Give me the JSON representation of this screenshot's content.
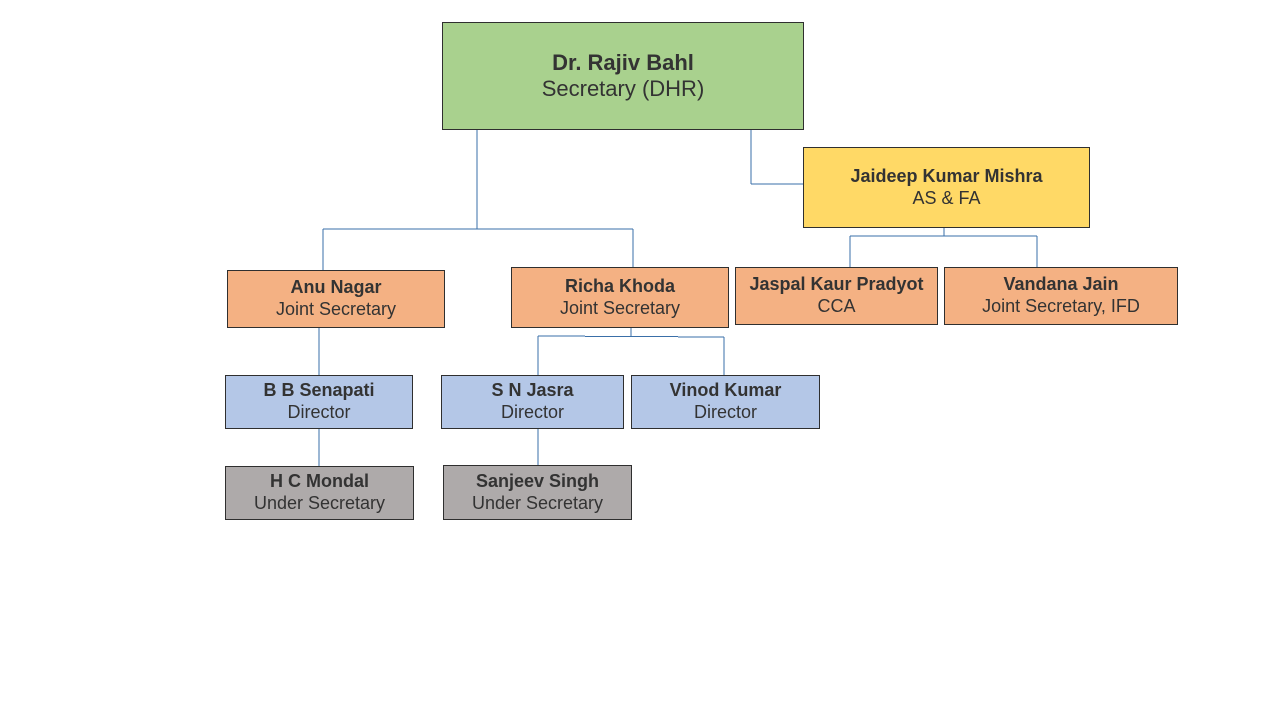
{
  "org": {
    "secretary": {
      "name": "Dr. Rajiv Bahl",
      "title": "Secretary (DHR)"
    },
    "asfa": {
      "name": "Jaideep Kumar Mishra",
      "title": "AS & FA"
    },
    "anu": {
      "name": "Anu Nagar",
      "title": "Joint Secretary"
    },
    "richa": {
      "name": "Richa Khoda",
      "title": "Joint Secretary"
    },
    "jaspal": {
      "name": "Jaspal Kaur Pradyot",
      "title": "CCA"
    },
    "vandana": {
      "name": "Vandana Jain",
      "title": "Joint Secretary, IFD"
    },
    "senapati": {
      "name": "B B Senapati",
      "title": "Director"
    },
    "jasra": {
      "name": "S N Jasra",
      "title": "Director"
    },
    "vinod": {
      "name": "Vinod Kumar",
      "title": "Director"
    },
    "mondal": {
      "name": "H C Mondal",
      "title": "Under Secretary"
    },
    "sanjeev": {
      "name": "Sanjeev Singh",
      "title": "Under Secretary"
    }
  },
  "colors": {
    "secretary": "#a9d18e",
    "additional_secretary": "#ffd966",
    "joint_secretary": "#f4b183",
    "director": "#b4c7e7",
    "under_secretary": "#aeaaaa",
    "connector": "#3a6fa8"
  }
}
